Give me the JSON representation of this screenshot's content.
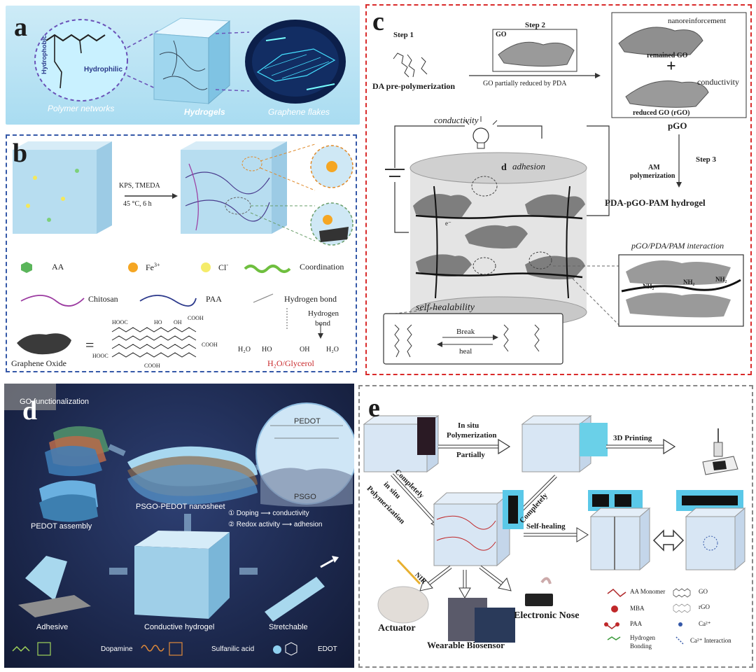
{
  "panel_a": {
    "letter": "a",
    "hydrophobic": "Hydrophobic",
    "hydrophilic": "Hydrophilic",
    "polymer_networks": "Polymer networks",
    "hydrogels": "Hydrogels",
    "graphene_flakes": "Graphene flakes"
  },
  "panel_b": {
    "letter": "b",
    "reaction_top": "KPS, TMEDA",
    "reaction_bottom": "45 °C, 6 h",
    "legend": {
      "aa": "AA",
      "fe": "Fe",
      "fe_sup": "3+",
      "cl": "Cl",
      "cl_sup": "-",
      "coordination": "Coordination",
      "chitosan": "Chitosan",
      "paa": "PAA",
      "hbond": "Hydrogen bond"
    },
    "graphene_oxide": "Graphene Oxide",
    "equals": "=",
    "go_groups": {
      "hooc1": "HOOC",
      "ho": "HO",
      "oh": "OH",
      "cooh1": "COOH",
      "cooh2": "COOH",
      "hooc2": "HOOC",
      "cooh3": "COOH"
    },
    "glycerol": {
      "h2o_left": "H₂O",
      "ho": "HO",
      "oh": "OH",
      "h2o_right": "H₂O",
      "hydrogen_bond_1": "Hydrogen",
      "hydrogen_bond_2": "bond",
      "label": "H₂O/Glycerol"
    }
  },
  "panel_c": {
    "letter": "c",
    "step1": "Step 1",
    "step2": "Step 2",
    "step3": "Step 3",
    "go": "GO",
    "da_prepoly": "DA pre-polymerization",
    "go_reduced": "GO partially reduced by PDA",
    "nanoreinforcement": "nanoreinforcement",
    "remained_go": "remained GO",
    "plus": "+",
    "conductivity_right": "conductivity",
    "reduced_go": "reduced GO (rGO)",
    "pgo": "pGO",
    "am_poly_1": "AM",
    "am_poly_2": "polymerization",
    "hydrogel": "PDA-pGO-PAM hydrogel",
    "conductivity_top": "conductivity",
    "adhesion_d": "d",
    "adhesion": "adhesion",
    "electron": "e⁻",
    "interaction_title": "pGO/PDA/PAM interaction",
    "nh2": "NH₂",
    "self_healability": "self-healability",
    "break": "Break",
    "heal": "heal"
  },
  "panel_d": {
    "letter": "d",
    "go_functionalization": "GO functionalization",
    "pedot": "PEDOT",
    "psgo": "PSGO",
    "pedot_assembly": "PEDOT assembly",
    "nanosheet": "PSGO-PEDOT nanosheet",
    "doping_1": "① Doping",
    "doping_2": "conductivity",
    "redox_1": "② Redox activity",
    "redox_2": "adhesion",
    "adhesive": "Adhesive",
    "conductive_hydrogel": "Conductive hydrogel",
    "stretchable": "Stretchable",
    "dopamine": "Dopamine",
    "sulfanilic": "Sulfanilic acid",
    "edot": "EDOT"
  },
  "panel_e": {
    "letter": "e",
    "in_situ_1": "In situ",
    "in_situ_2": "Polymerization",
    "partially": "Partially",
    "printing": "3D Printing",
    "completely_left": "Completely",
    "in_situ_left": "in situ",
    "polymerization_left": "Polymerization",
    "completely_right": "Completely",
    "self_healing": "Self-healing",
    "nir": "NIR",
    "actuator": "Actuator",
    "wearable": "Wearable Biosensor",
    "nose": "Electronic Nose",
    "legend": {
      "aa_monomer": "AA Monomer",
      "go": "GO",
      "mba": "MBA",
      "rgo": "rGO",
      "paa": "PAA",
      "ca": "Ca²⁺",
      "hbond_1": "Hydrogen",
      "hbond_2": "Bonding",
      "ca_int": "Ca²⁺ Interaction"
    }
  },
  "colors": {
    "panel_a_bg": "#bfe6f5",
    "panel_b_border": "#3558a8",
    "panel_c_border": "#d92b2b",
    "panel_d_bg": "#1d2a52",
    "panel_e_border": "#888888",
    "red_text": "#c8282a"
  },
  "icons": [
    "lightbulb-icon",
    "battery-icon",
    "syringe-icon"
  ]
}
